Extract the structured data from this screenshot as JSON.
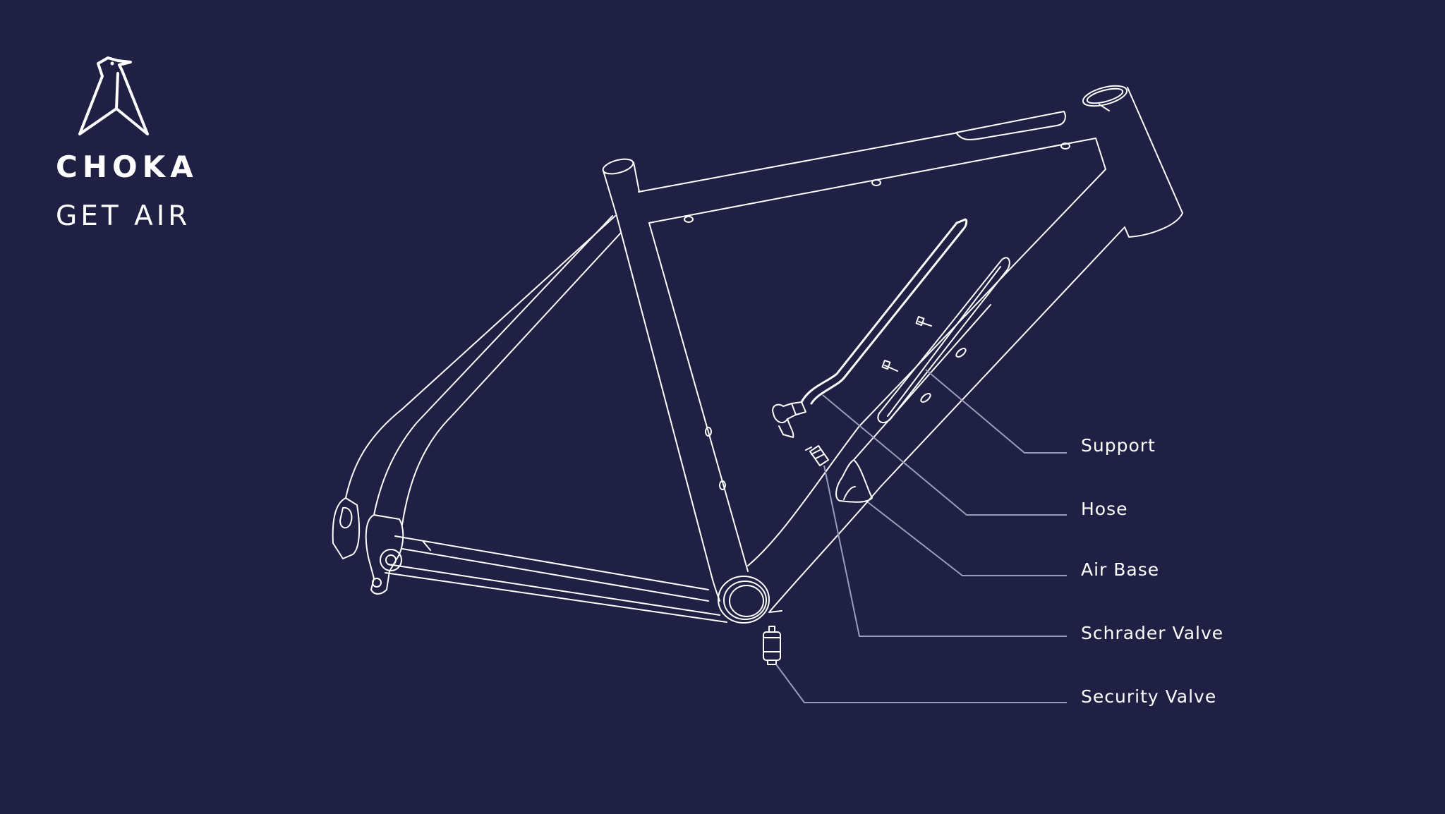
{
  "brand": {
    "name": "CHOKA",
    "tagline": "GET AIR",
    "logo_icon": "bird-logo-icon"
  },
  "diagram": {
    "subject": "bicycle-frame-exploded-view",
    "colors": {
      "background": "#1f2044",
      "line": "#ffffff",
      "leader": "#9a9cb8"
    }
  },
  "callouts": [
    {
      "id": "support",
      "label": "Support"
    },
    {
      "id": "hose",
      "label": "Hose"
    },
    {
      "id": "air-base",
      "label": "Air Base"
    },
    {
      "id": "schrader-valve",
      "label": "Schrader Valve"
    },
    {
      "id": "security-valve",
      "label": "Security Valve"
    }
  ]
}
